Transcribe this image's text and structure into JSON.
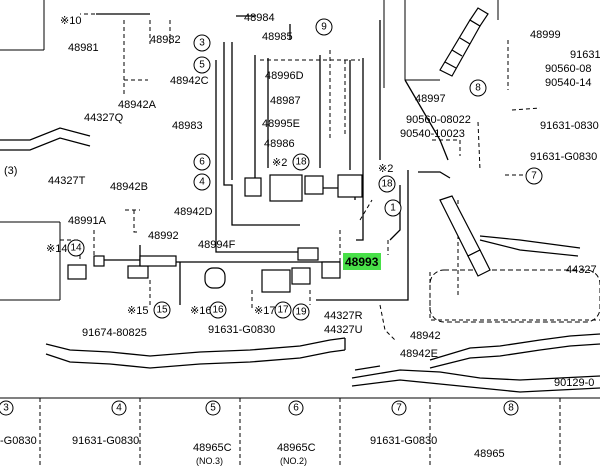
{
  "highlight": {
    "part": "48993",
    "color": "#48e048"
  },
  "labels": {
    "p48984": "48984",
    "p48982": "48982",
    "p48981": "48981",
    "x10": "※10",
    "p48942C": "48942C",
    "p48942A": "48942A",
    "p48985": "48985",
    "p48996D": "48996D",
    "p48987": "48987",
    "p48983": "48983",
    "p48995E": "48995E",
    "p48986": "48986",
    "x2a": "※2",
    "x2b": "※2",
    "p44327Q": "44327Q",
    "p44327T": "44327T",
    "p3": "(3)",
    "p48942B": "48942B",
    "p48942D": "48942D",
    "p48991A": "48991A",
    "p48992": "48992",
    "p48994F": "48994F",
    "x14": "※14",
    "x15": "※15",
    "x16": "※16",
    "x17": "※17",
    "p91674": "91674-80825",
    "p91631a": "91631-G0830",
    "p44327R": "44327R",
    "p44327U": "44327U",
    "p48942": "48942",
    "p48942E": "48942E",
    "p48999": "48999",
    "p91631_0830": "91631-",
    "p90560a": "90560-08",
    "p90540a": "90540-14",
    "p48997": "48997",
    "p90560b": "90560-08022",
    "p90540b": "90540-10023",
    "p91631b": "91631-0830",
    "p91631c": "91631-G0830",
    "p44327r": "44327",
    "p90129": "90129-0",
    "f0830": "-G0830",
    "f91631a": "91631-G0830",
    "f48965C3": "48965C",
    "f48965C3n": "(NO.3)",
    "f48965C2": "48965C",
    "f48965C2n": "(NO.2)",
    "f91631b": "91631-G0830",
    "f48965": "48965"
  },
  "callouts": {
    "c3": "3",
    "c5": "5",
    "c6": "6",
    "c4": "4",
    "c9": "9",
    "c18a": "18",
    "c18b": "18",
    "c19": "19",
    "c1": "1",
    "c8": "8",
    "c7": "7",
    "c14": "14",
    "c15": "15",
    "c16": "16",
    "c17": "17",
    "f3": "3",
    "f4": "4",
    "f5": "5",
    "f6": "6",
    "f7": "7",
    "f8": "8"
  }
}
